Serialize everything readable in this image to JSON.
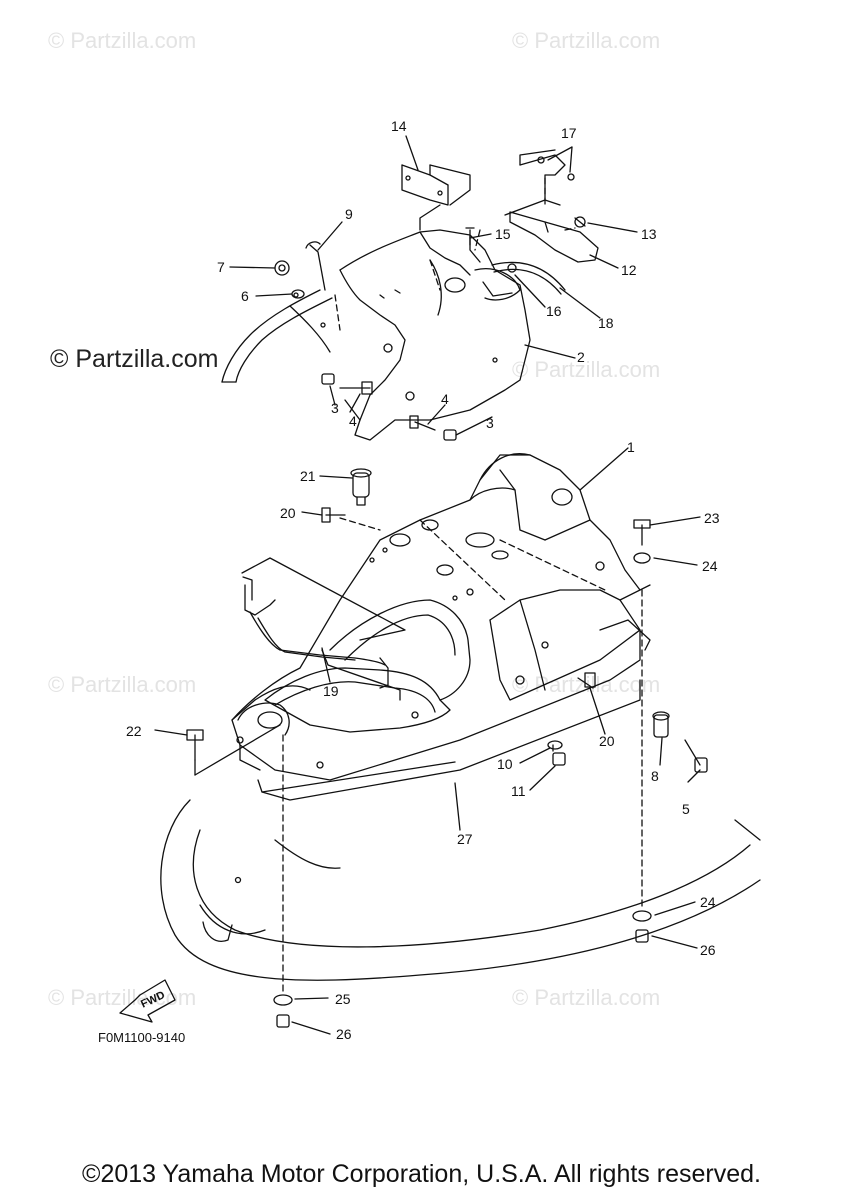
{
  "watermarks": {
    "light": "© Partzilla.com",
    "strong": "© Partzilla.com"
  },
  "callouts": [
    {
      "id": "c1",
      "label": "1"
    },
    {
      "id": "c2",
      "label": "2"
    },
    {
      "id": "c3a",
      "label": "3"
    },
    {
      "id": "c3b",
      "label": "3"
    },
    {
      "id": "c4a",
      "label": "4"
    },
    {
      "id": "c4b",
      "label": "4"
    },
    {
      "id": "c5",
      "label": "5"
    },
    {
      "id": "c6",
      "label": "6"
    },
    {
      "id": "c7",
      "label": "7"
    },
    {
      "id": "c8",
      "label": "8"
    },
    {
      "id": "c9",
      "label": "9"
    },
    {
      "id": "c10",
      "label": "10"
    },
    {
      "id": "c11",
      "label": "11"
    },
    {
      "id": "c12",
      "label": "12"
    },
    {
      "id": "c13",
      "label": "13"
    },
    {
      "id": "c14",
      "label": "14"
    },
    {
      "id": "c15",
      "label": "15"
    },
    {
      "id": "c16",
      "label": "16"
    },
    {
      "id": "c17",
      "label": "17"
    },
    {
      "id": "c18",
      "label": "18"
    },
    {
      "id": "c19",
      "label": "19"
    },
    {
      "id": "c20a",
      "label": "20"
    },
    {
      "id": "c20b",
      "label": "20"
    },
    {
      "id": "c21",
      "label": "21"
    },
    {
      "id": "c22",
      "label": "22"
    },
    {
      "id": "c23",
      "label": "23"
    },
    {
      "id": "c24a",
      "label": "24"
    },
    {
      "id": "c24b",
      "label": "24"
    },
    {
      "id": "c25",
      "label": "25"
    },
    {
      "id": "c26a",
      "label": "26"
    },
    {
      "id": "c26b",
      "label": "26"
    },
    {
      "id": "c27",
      "label": "27"
    }
  ],
  "fwd_label": "FWD",
  "diagram_code": "F0M1100-9140",
  "copyright": "©2013 Yamaha Motor Corporation, U.S.A. All rights reserved.",
  "colors": {
    "line": "#111111",
    "watermark": "#e3e3e3"
  }
}
